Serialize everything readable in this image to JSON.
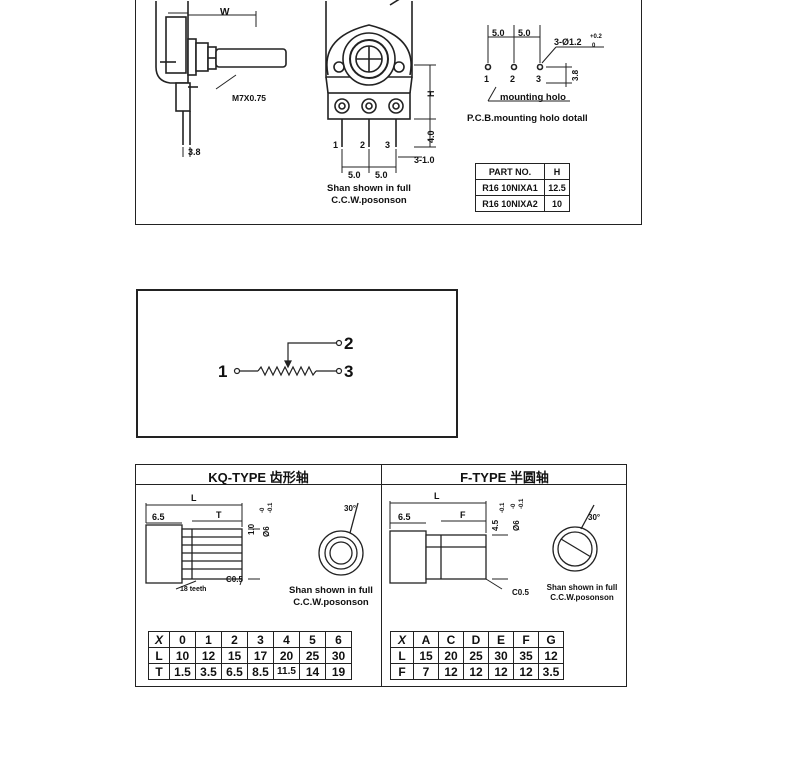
{
  "top_panel": {
    "dim_w": "W",
    "thread": "M7X0.75",
    "dim_3_8": "3.8",
    "pins": [
      "1",
      "2",
      "3"
    ],
    "pitch_a": "5.0",
    "pitch_b": "5.0",
    "dim_h": "H",
    "dim_4_0": "4.0",
    "dim_3_1_0": "3-1.0",
    "caption_line1": "Shan shown in full",
    "caption_line2": "C.C.W.posonson",
    "pcb_pitch_a": "5.0",
    "pcb_pitch_b": "5.0",
    "pcb_hole": "3-Ø1.2",
    "pcb_hole_tol_top": "+0.2",
    "pcb_hole_tol_bot": "0",
    "pcb_pins": [
      "1",
      "2",
      "3"
    ],
    "pcb_dim": "3.8",
    "mounting_label": "mounting holo",
    "pcb_detail_label": "P.C.B.mounting holo dotall",
    "part_table": {
      "headers": [
        "PART NO.",
        "H"
      ],
      "rows": [
        [
          "R16 10NIXA1",
          "12.5"
        ],
        [
          "R16 10NIXA2",
          "10"
        ]
      ]
    }
  },
  "schematic": {
    "pin1": "1",
    "pin2": "2",
    "pin3": "3"
  },
  "kq_type": {
    "title": "KQ-TYPE 齿形轴",
    "dim_l": "L",
    "dim_6_5": "6.5",
    "dim_t": "T",
    "dim_1_0": "1.0",
    "dim_dia": "Ø6",
    "dim_dia_tol_top": "-0",
    "dim_dia_tol_bot": "-0.1",
    "dim_c05": "C0.5",
    "teeth": "18 teeth",
    "angle": "30°",
    "caption_line1": "Shan shown in full",
    "caption_line2": "C.C.W.posonson",
    "table": {
      "rows": [
        [
          "X",
          "0",
          "1",
          "2",
          "3",
          "4",
          "5",
          "6"
        ],
        [
          "L",
          "10",
          "12",
          "15",
          "17",
          "20",
          "25",
          "30"
        ],
        [
          "T",
          "1.5",
          "3.5",
          "6.5",
          "8.5",
          "11.5",
          "14",
          "19"
        ]
      ]
    }
  },
  "f_type": {
    "title": "F-TYPE 半圆轴",
    "dim_l": "L",
    "dim_6_5": "6.5",
    "dim_f": "F",
    "dim_4_5": "4.5",
    "dim_4_5_tol": "-0.1",
    "dim_dia": "Ø6",
    "dim_dia_tol_top": "-0",
    "dim_dia_tol_bot": "-0.1",
    "dim_c05": "C0.5",
    "angle": "30°",
    "caption_line1": "Shan shown in full",
    "caption_line2": "C.C.W.posonson",
    "table": {
      "rows": [
        [
          "X",
          "A",
          "C",
          "D",
          "E",
          "F",
          "G"
        ],
        [
          "L",
          "15",
          "20",
          "25",
          "30",
          "35",
          "12"
        ],
        [
          "F",
          "7",
          "12",
          "12",
          "12",
          "12",
          "3.5"
        ]
      ]
    }
  }
}
